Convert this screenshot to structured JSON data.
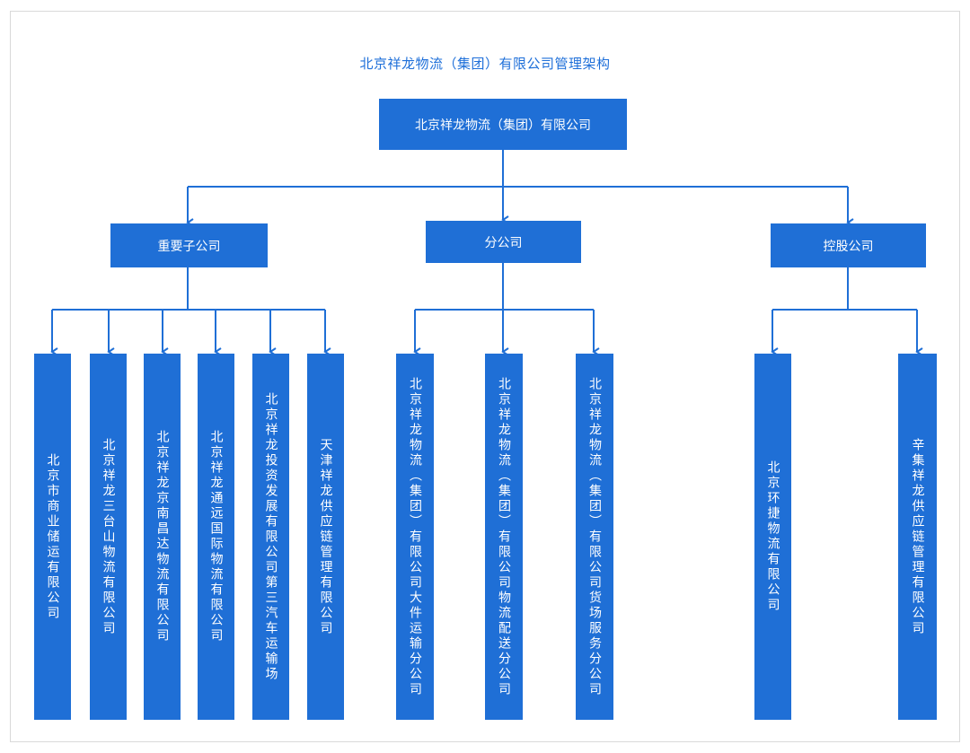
{
  "title": "北京祥龙物流（集团）有限公司管理架构",
  "colors": {
    "node": "#1f6fd6",
    "line": "#1f6fd6",
    "title": "#1e6fd9"
  },
  "root": "北京祥龙物流（集团）有限公司",
  "groups": [
    {
      "label": "重要子公司",
      "children": [
        "北京市商业储运有限公司",
        "北京祥龙三台山物流有限公司",
        "北京祥龙京南昌达物流有限公司",
        "北京祥龙通远国际物流有限公司",
        "北京祥龙投资发展有限公司第三汽车运输场",
        "天津祥龙供应链管理有限公司"
      ]
    },
    {
      "label": "分公司",
      "children": [
        "北京祥龙物流（集团）有限公司大件运输分公司",
        "北京祥龙物流（集团）有限公司物流配送分公司",
        "北京祥龙物流（集团）有限公司货场服务分公司"
      ]
    },
    {
      "label": "控股公司",
      "children": [
        "北京环捷物流有限公司",
        "辛集祥龙供应链管理有限公司"
      ]
    }
  ]
}
